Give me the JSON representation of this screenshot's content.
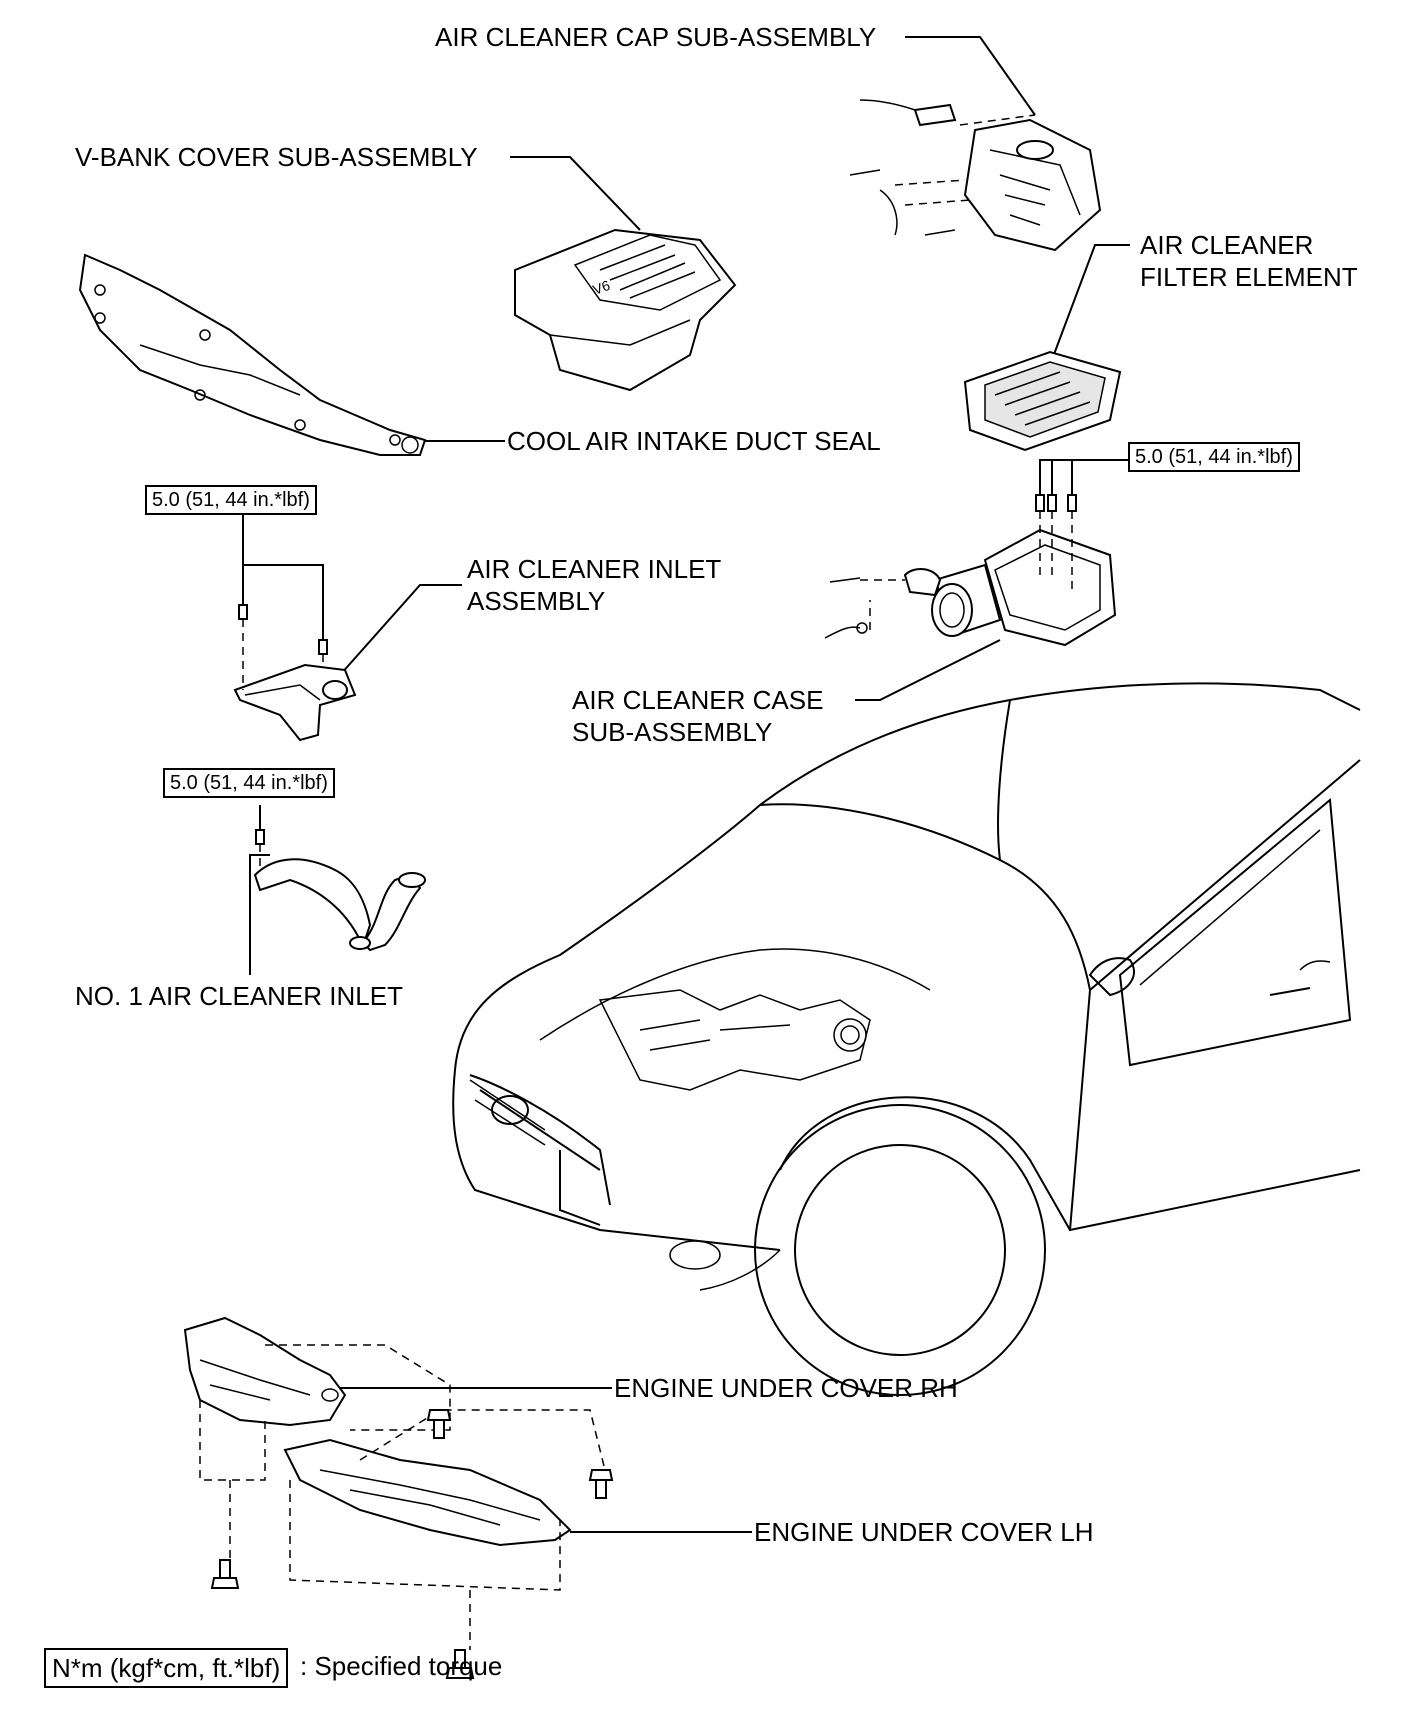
{
  "labels": {
    "air_cleaner_cap": "AIR CLEANER CAP SUB-ASSEMBLY",
    "v_bank_cover": "V-BANK COVER SUB-ASSEMBLY",
    "filter_line1": "AIR CLEANER",
    "filter_line2": "FILTER ELEMENT",
    "cool_air_seal": "COOL AIR INTAKE DUCT SEAL",
    "inlet_assy_line1": "AIR CLEANER INLET",
    "inlet_assy_line2": "ASSEMBLY",
    "case_line1": "AIR CLEANER CASE",
    "case_line2": "SUB-ASSEMBLY",
    "no1_inlet": "NO. 1 AIR CLEANER INLET",
    "under_cover_rh": "ENGINE UNDER COVER RH",
    "under_cover_lh": "ENGINE UNDER COVER LH"
  },
  "torque": {
    "case_bolts": "5.0 (51, 44 in.*lbf)",
    "inlet_assy_bolts": "5.0 (51, 44 in.*lbf)",
    "no1_inlet_bolt": "5.0 (51, 44 in.*lbf)"
  },
  "legend": {
    "unit_box": "N*m (kgf*cm, ft.*lbf)",
    "unit_text": ": Specified torque"
  },
  "icons": {
    "part_drawing": "exploded-parts-line-art",
    "vehicle": "sedan-front-three-quarter"
  }
}
